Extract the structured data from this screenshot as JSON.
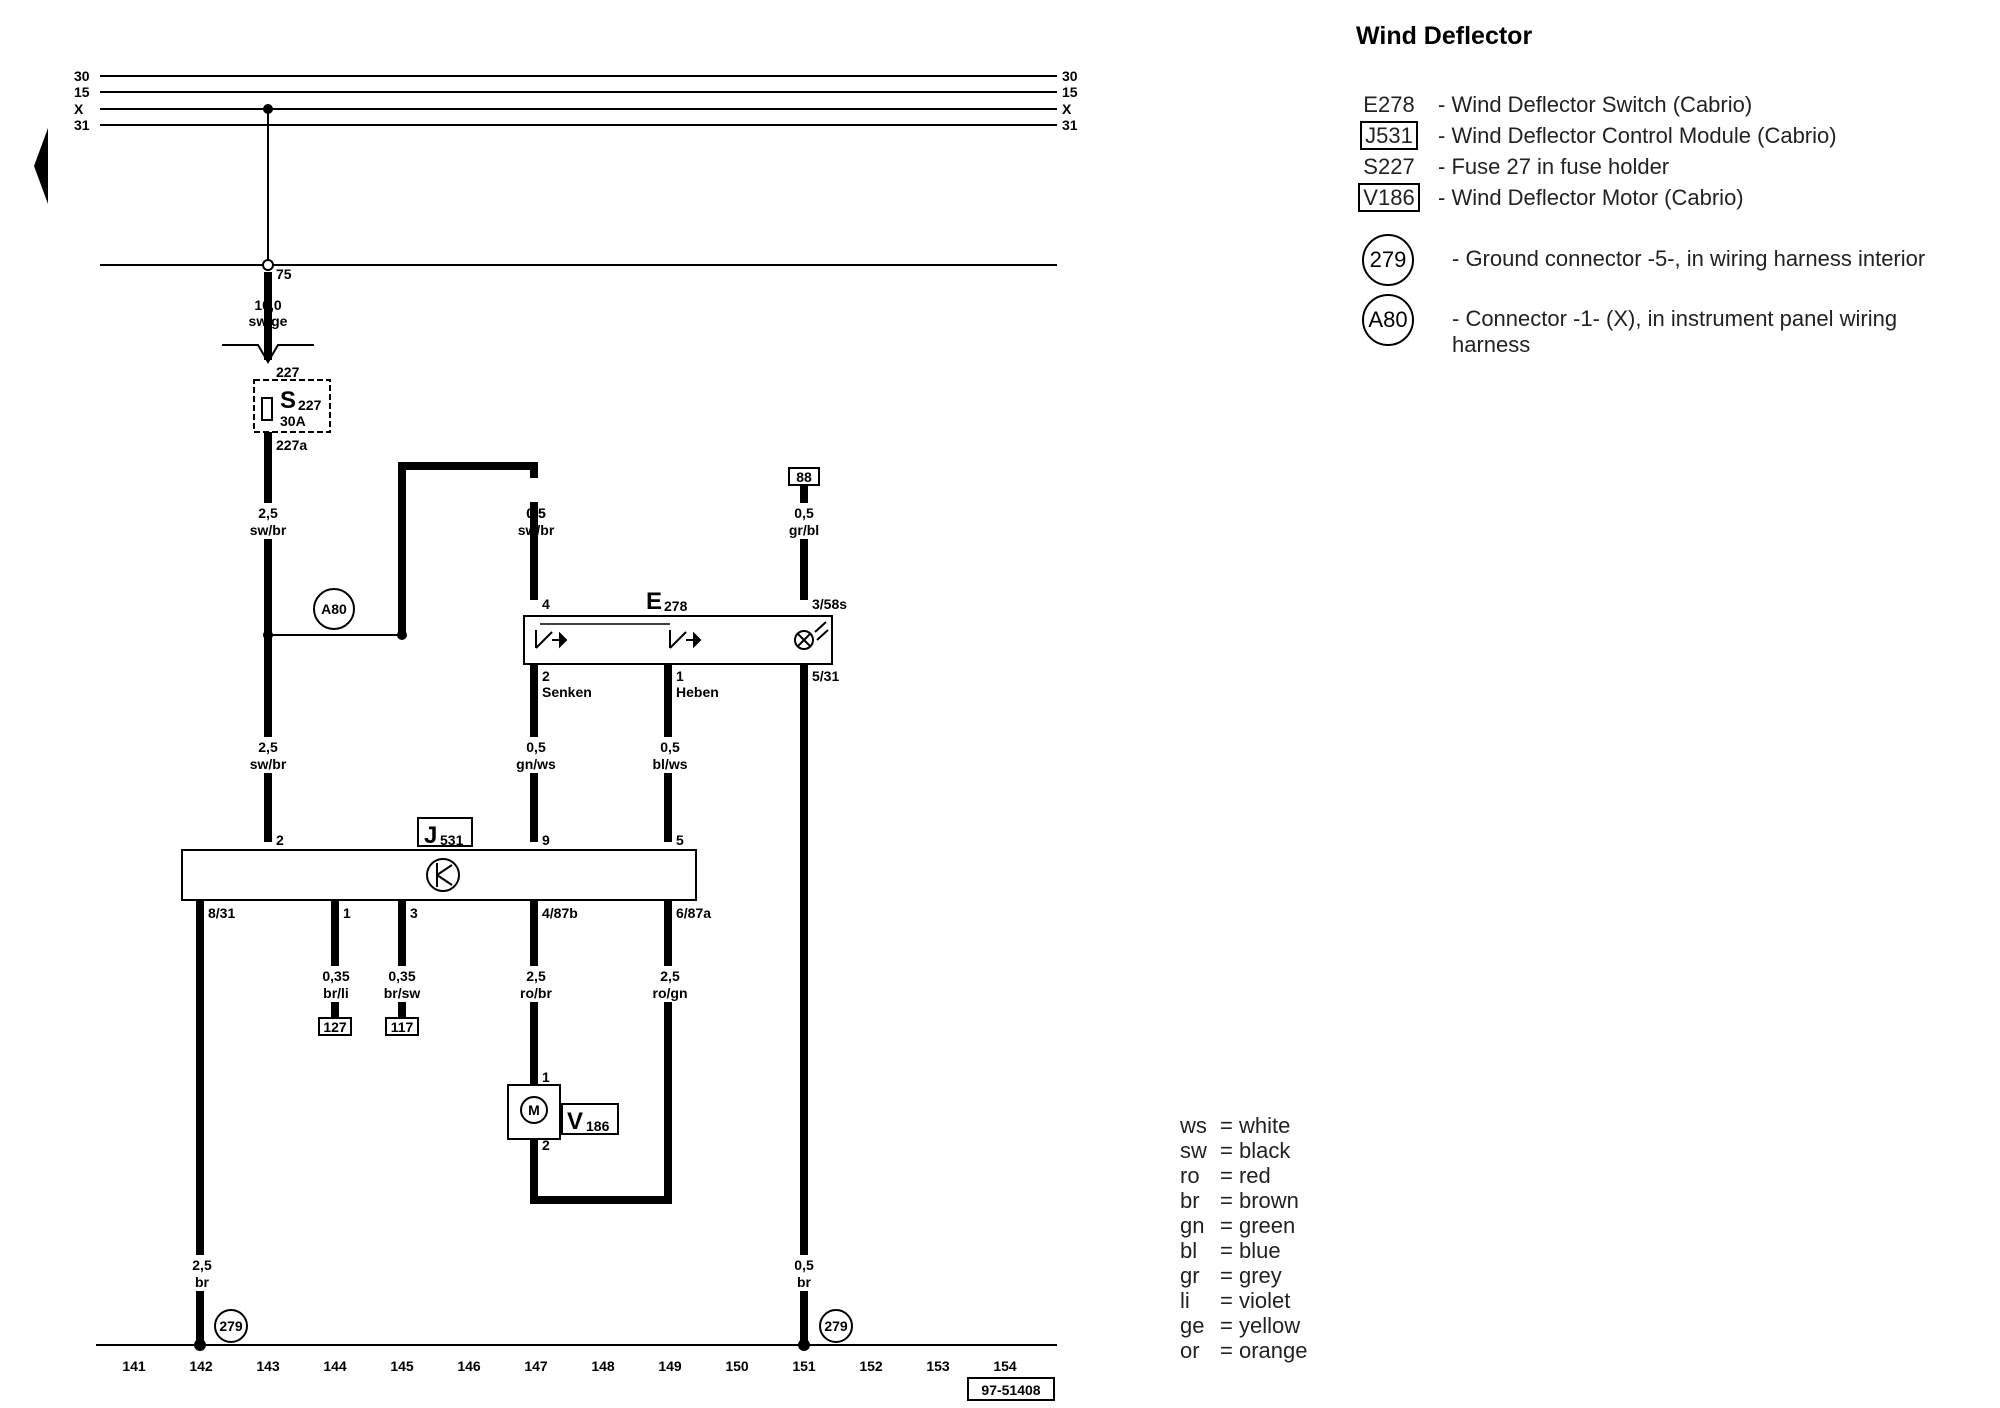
{
  "title": "Wind Deflector",
  "legend": [
    {
      "code": "E278",
      "boxed": false,
      "desc": "- Wind Deflector Switch (Cabrio)"
    },
    {
      "code": "J531",
      "boxed": true,
      "desc": "- Wind Deflector Control Module (Cabrio)"
    },
    {
      "code": "S227",
      "boxed": false,
      "desc": "- Fuse 27 in fuse holder"
    },
    {
      "code": "V186",
      "boxed": true,
      "desc": "- Wind Deflector Motor (Cabrio)"
    }
  ],
  "legend_circles": [
    {
      "code": "279",
      "desc": "- Ground connector -5-, in wiring harness interior"
    },
    {
      "code": "A80",
      "desc": "- Connector -1- (X), in instrument panel wiring harness"
    }
  ],
  "colors": [
    {
      "code": "ws",
      "name": "= white"
    },
    {
      "code": "sw",
      "name": "= black"
    },
    {
      "code": "ro",
      "name": "= red"
    },
    {
      "code": "br",
      "name": "= brown"
    },
    {
      "code": "gn",
      "name": "= green"
    },
    {
      "code": "bl",
      "name": "= blue"
    },
    {
      "code": "gr",
      "name": "= grey"
    },
    {
      "code": "li",
      "name": "= violet"
    },
    {
      "code": "ge",
      "name": "= yellow"
    },
    {
      "code": "or",
      "name": "= orange"
    }
  ],
  "rails": [
    "30",
    "15",
    "X",
    "31"
  ],
  "terminal_75": "75",
  "wire_main_in": {
    "gauge": "10,0",
    "color": "sw/ge"
  },
  "fuse": {
    "name": "S",
    "sub": "227",
    "rating": "30A",
    "pin_in": "227",
    "pin_out": "227a"
  },
  "wire_fuse_out": {
    "gauge": "2,5",
    "color": "sw/br"
  },
  "wire_j531_2": {
    "gauge": "2,5",
    "color": "sw/br"
  },
  "conn_a80": "A80",
  "wire_e278_4": {
    "gauge": "0,5",
    "color": "sw/br"
  },
  "wire_88": {
    "gauge": "0,5",
    "color": "gr/bl"
  },
  "ref_88": "88",
  "e278": {
    "name": "E",
    "sub": "278",
    "pin_4": "4",
    "pin_358s": "3/58s",
    "pin_2": "2",
    "pin_1": "1",
    "pin_531": "5/31",
    "senken": "Senken",
    "heben": "Heben"
  },
  "wire_senken": {
    "gauge": "0,5",
    "color": "gn/ws"
  },
  "wire_heben": {
    "gauge": "0,5",
    "color": "bl/ws"
  },
  "j531": {
    "name": "J",
    "sub": "531",
    "pin_2": "2",
    "pin_9": "9",
    "pin_5": "5",
    "pin_831": "8/31",
    "pin_1": "1",
    "pin_3": "3",
    "pin_487b": "4/87b",
    "pin_687a": "6/87a"
  },
  "wire_127": {
    "gauge": "0,35",
    "color": "br/li"
  },
  "wire_117": {
    "gauge": "0,35",
    "color": "br/sw"
  },
  "ref_127": "127",
  "ref_117": "117",
  "wire_motor_1": {
    "gauge": "2,5",
    "color": "ro/br"
  },
  "wire_motor_2": {
    "gauge": "2,5",
    "color": "ro/gn"
  },
  "v186": {
    "name": "V",
    "sub": "186",
    "pin_1": "1",
    "pin_2": "2",
    "symbol": "M"
  },
  "wire_ground_left": {
    "gauge": "2,5",
    "color": "br"
  },
  "wire_ground_right": {
    "gauge": "0,5",
    "color": "br"
  },
  "ground_label": "279",
  "columns": [
    "141",
    "142",
    "143",
    "144",
    "145",
    "146",
    "147",
    "148",
    "149",
    "150",
    "151",
    "152",
    "153",
    "154"
  ],
  "doc_number": "97-51408"
}
